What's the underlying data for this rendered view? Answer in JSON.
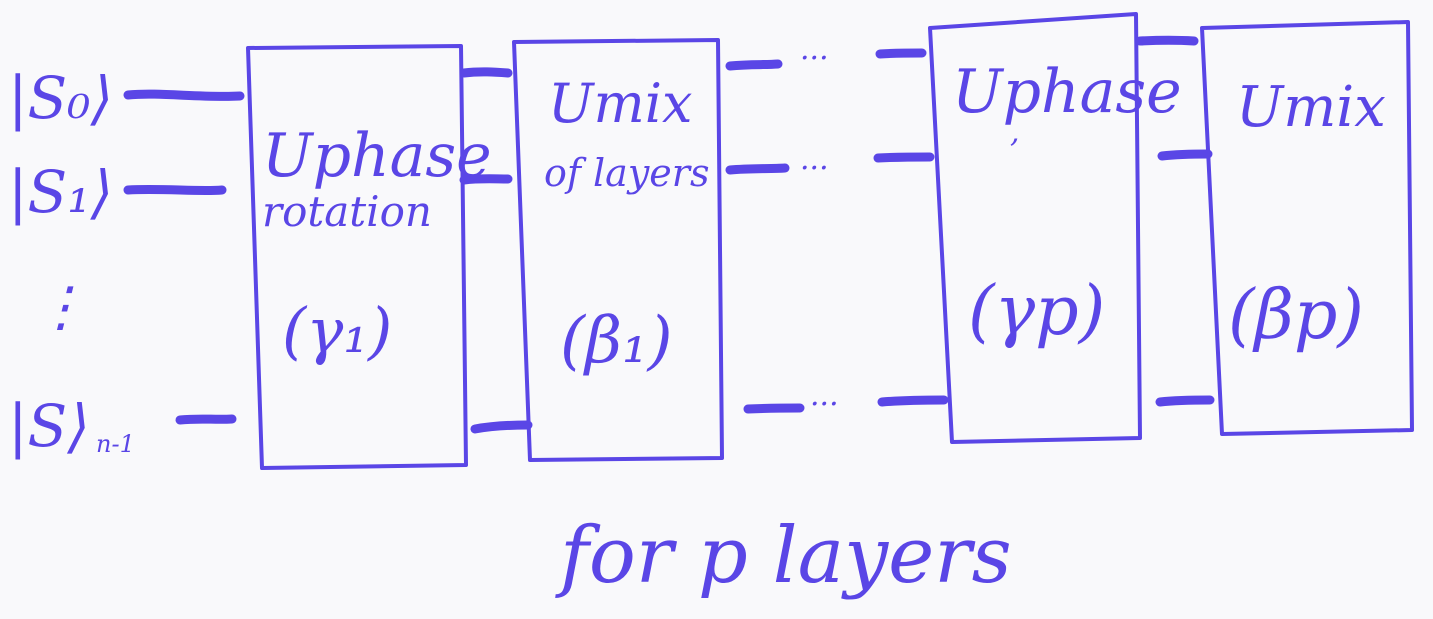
{
  "colors": {
    "ink": "#5a46e6",
    "background": "#f9f9fb"
  },
  "inputs": {
    "s0": "|S₀⟩",
    "s1": "|S₁⟩",
    "sn": "|S⟩",
    "sn_sub": "n-1",
    "vdots": "⋮"
  },
  "blocks": {
    "phase1": {
      "title": "Uphase",
      "subtitle": "rotation",
      "param": "(γ₁)"
    },
    "mix1": {
      "title": "Umix",
      "subtitle": "of layers",
      "param": "(β₁)"
    },
    "phasep": {
      "title": "Uphase",
      "mark": ",",
      "param": "(γp)"
    },
    "mixp": {
      "title": "Umix",
      "param": "(βp)"
    }
  },
  "ellipsis": "···",
  "footer": "for p layers"
}
